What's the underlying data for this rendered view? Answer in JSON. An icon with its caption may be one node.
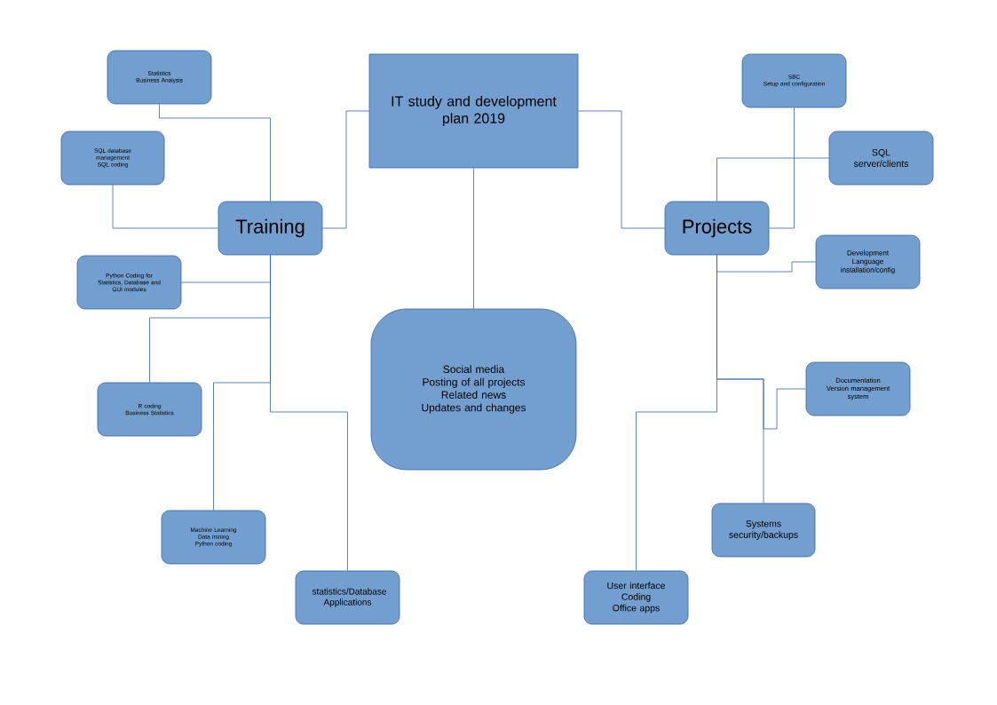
{
  "diagram": {
    "nodes": [
      {
        "text": [
          "IT study and development plan 2019"
        ]
      },
      {
        "text": [
          "Training"
        ]
      },
      {
        "text": [
          "Projects"
        ]
      },
      {
        "text": [
          "Social media",
          "Posting of all projects",
          "Related news",
          "Updates and changes"
        ]
      },
      {
        "text": [
          "Statistics",
          "Business Analysis"
        ]
      },
      {
        "text": [
          "SQL database management",
          "SQL coding"
        ]
      },
      {
        "text": [
          "Python Coding for Statistics, Database and GUI modules"
        ]
      },
      {
        "text": [
          "R coding",
          "Business Statistics"
        ]
      },
      {
        "text": [
          "Machine Learning",
          "Data mining",
          "Python coding"
        ]
      },
      {
        "text": [
          "statistics/Database Applications"
        ]
      },
      {
        "text": [
          "SBC",
          "Setup and configuration"
        ]
      },
      {
        "text": [
          "SQL server/clients"
        ]
      },
      {
        "text": [
          "Development Language installation/config"
        ]
      },
      {
        "text": [
          "Documentation",
          "Version management system"
        ]
      },
      {
        "text": [
          "Systems security/backups"
        ]
      },
      {
        "text": [
          "User interface",
          "Coding",
          "Office apps"
        ]
      }
    ],
    "edges": [
      {
        "from": 0,
        "to": 1,
        "arrow": "none"
      },
      {
        "from": 0,
        "to": 2,
        "arrow": "none"
      },
      {
        "from": 0,
        "to": 3,
        "arrow": "none"
      },
      {
        "from": 1,
        "to": 4,
        "arrow": "none"
      },
      {
        "from": 1,
        "to": 5,
        "arrow": "none"
      },
      {
        "from": 1,
        "to": 6,
        "arrow": "none"
      },
      {
        "from": 1,
        "to": 7,
        "arrow": "none"
      },
      {
        "from": 1,
        "to": 8,
        "arrow": "none"
      },
      {
        "from": 1,
        "to": 9,
        "arrow": "none"
      },
      {
        "from": 2,
        "to": 10,
        "arrow": "none"
      },
      {
        "from": 2,
        "to": 11,
        "arrow": "none"
      },
      {
        "from": 2,
        "to": 12,
        "arrow": "none"
      },
      {
        "from": 2,
        "to": 13,
        "arrow": "none"
      },
      {
        "from": 2,
        "to": 14,
        "arrow": "none"
      },
      {
        "from": 2,
        "to": 15,
        "arrow": "none"
      }
    ]
  }
}
